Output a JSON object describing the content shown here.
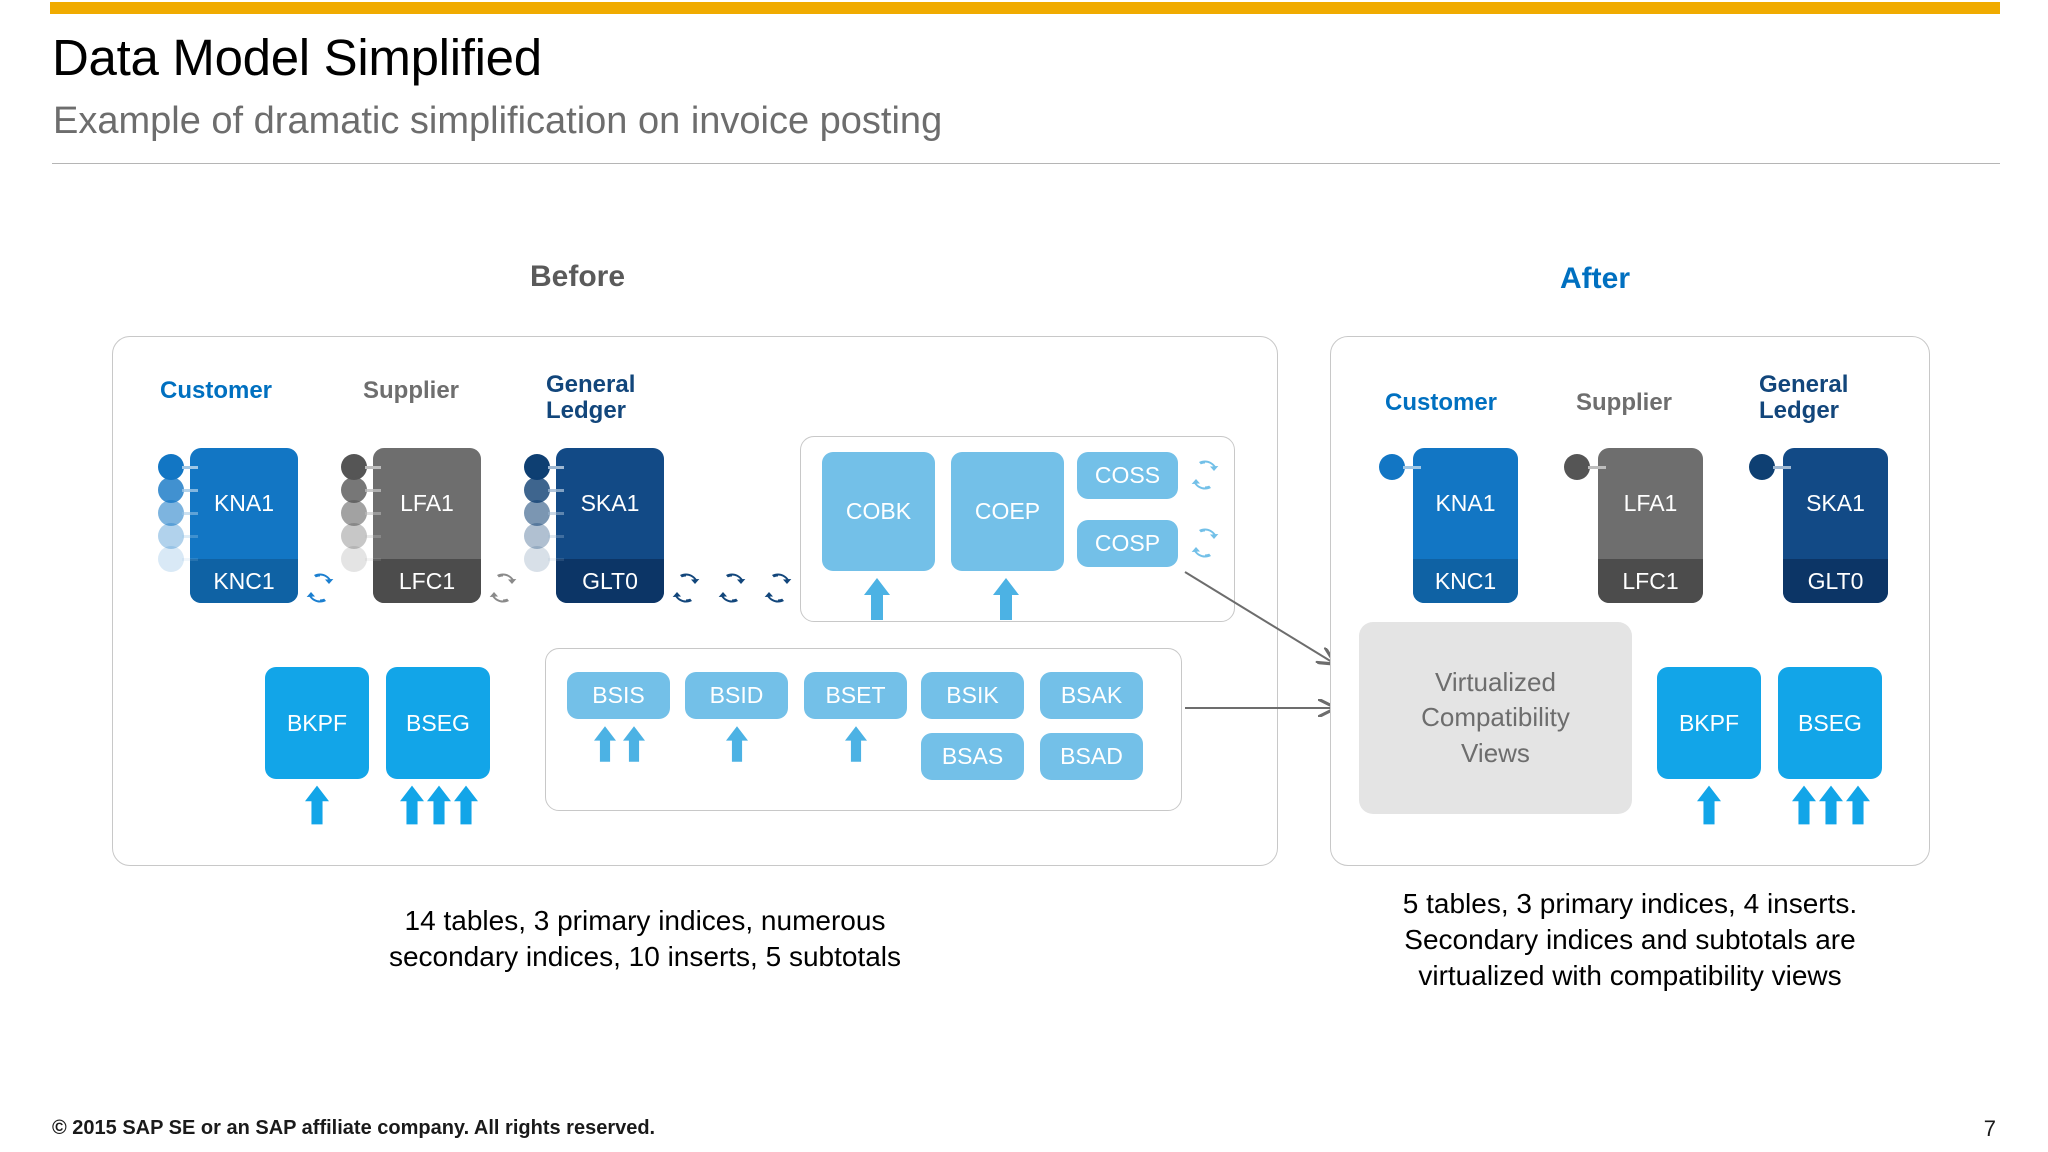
{
  "header": {
    "title": "Data Model Simplified",
    "subtitle": "Example of dramatic simplification on invoice posting",
    "accent_color": "#f0ab00"
  },
  "sections": {
    "before": {
      "label": "Before",
      "color": "#5a5a5a"
    },
    "after": {
      "label": "After",
      "color": "#0070c0"
    }
  },
  "before": {
    "columns": [
      {
        "label": "Customer",
        "color": "#0070c0"
      },
      {
        "label": "Supplier",
        "color": "#6e6e6e"
      },
      {
        "label": "General\nLedger",
        "color": "#12467b"
      }
    ],
    "tables": [
      {
        "name": "KNA1",
        "footer": "KNC1",
        "theme": "blue",
        "index_dots": 5
      },
      {
        "name": "LFA1",
        "footer": "LFC1",
        "theme": "gray",
        "index_dots": 5
      },
      {
        "name": "SKA1",
        "footer": "GLT0",
        "theme": "navy",
        "index_dots": 5
      }
    ],
    "sync_icons": [
      {
        "after": "KNC1",
        "count": 1,
        "color": "#1b7fd0"
      },
      {
        "after": "LFC1",
        "count": 1,
        "color": "#8a8a8a"
      },
      {
        "after": "GLT0",
        "count": 3,
        "color": "#12467b"
      }
    ],
    "doc_tables": [
      {
        "name": "BKPF",
        "inserts": 1
      },
      {
        "name": "BSEG",
        "inserts": 3
      }
    ],
    "co_group": {
      "main": [
        {
          "name": "COBK",
          "inserts": 1
        },
        {
          "name": "COEP",
          "inserts": 1
        }
      ],
      "totals": [
        {
          "name": "COSS",
          "sync": 1
        },
        {
          "name": "COSP",
          "sync": 1
        }
      ]
    },
    "index_group": {
      "wide": [
        {
          "name": "BSIS",
          "inserts": 2
        },
        {
          "name": "BSID",
          "inserts": 1
        },
        {
          "name": "BSET",
          "inserts": 1
        }
      ],
      "stacked": [
        {
          "top": "BSIK",
          "bottom": "BSAS"
        },
        {
          "top": "BSAK",
          "bottom": "BSAD"
        }
      ]
    },
    "caption": "14 tables, 3 primary indices, numerous\nsecondary indices, 10 inserts, 5 subtotals"
  },
  "after": {
    "columns": [
      {
        "label": "Customer",
        "color": "#0070c0"
      },
      {
        "label": "Supplier",
        "color": "#6e6e6e"
      },
      {
        "label": "General\nLedger",
        "color": "#12467b"
      }
    ],
    "tables": [
      {
        "name": "KNA1",
        "footer": "KNC1",
        "theme": "blue",
        "index_dots": 1
      },
      {
        "name": "LFA1",
        "footer": "LFC1",
        "theme": "gray",
        "index_dots": 1
      },
      {
        "name": "SKA1",
        "footer": "GLT0",
        "theme": "navy",
        "index_dots": 1
      }
    ],
    "virtualized_box": "Virtualized\nCompatibility\nViews",
    "doc_tables": [
      {
        "name": "BKPF",
        "inserts": 1
      },
      {
        "name": "BSEG",
        "inserts": 3
      }
    ],
    "caption": "5 tables, 3 primary indices, 4 inserts.\nSecondary indices and subtotals are\nvirtualized with compatibility views"
  },
  "footer": {
    "copyright": "© 2015 SAP SE or an SAP affiliate company. All rights reserved.",
    "page": "7"
  }
}
